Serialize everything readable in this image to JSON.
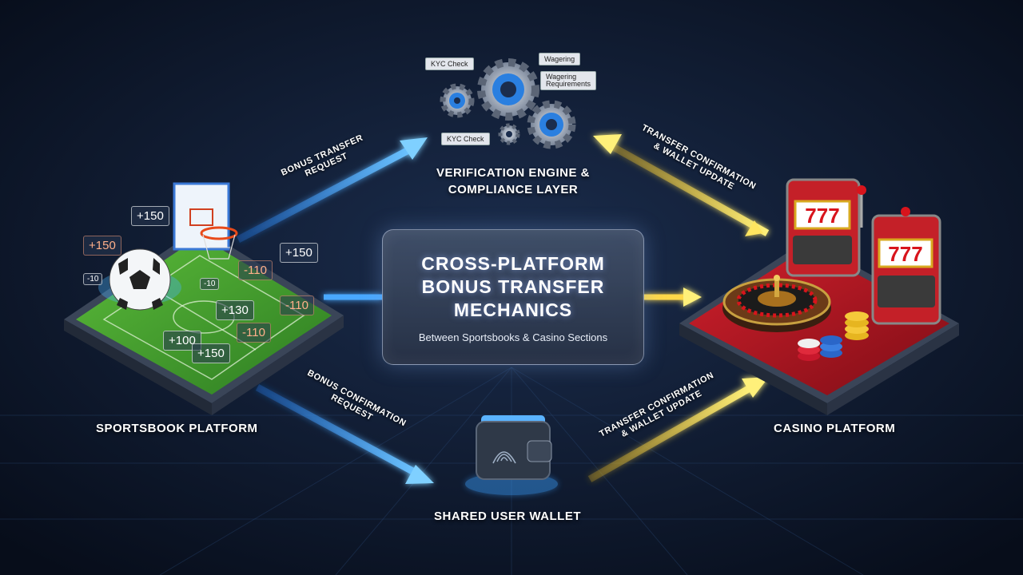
{
  "title": {
    "line1": "CROSS-PLATFORM",
    "line2": "BONUS TRANSFER",
    "line3": "MECHANICS",
    "subtitle": "Between Sportsbooks & Casino Sections"
  },
  "nodes": {
    "sportsbook": "SPORTSBOOK PLATFORM",
    "casino": "CASINO PLATFORM",
    "engine_line1": "VERIFICATION ENGINE &",
    "engine_line2": "COMPLIANCE LAYER",
    "wallet": "SHARED USER WALLET"
  },
  "flows": {
    "bonus_transfer_1": "BONUS TRANSFER",
    "bonus_transfer_2": "REQUEST",
    "confirm_top_1": "TRANSFER CONFIRMATION",
    "confirm_top_2": "& WALLET UPDATE",
    "bonus_confirm_1": "BONUS CONFIRMATION",
    "bonus_confirm_2": "REQUEST",
    "confirm_bottom_1": "TRANSFER CONFIRMATION",
    "confirm_bottom_2": "& WALLET UPDATE"
  },
  "tags": {
    "kyc_top": "KYC Check",
    "kyc_bottom": "KYC Check",
    "wagering": "Wagering",
    "wagering_req_1": "Wagering",
    "wagering_req_2": "Requirements"
  },
  "odds": [
    "+150",
    "+150",
    "+150",
    "+130",
    "+100",
    "+150",
    "-110",
    "-110",
    "-110",
    "-10",
    "-10"
  ],
  "slot_reels": "777",
  "colors": {
    "background": "#0b1426",
    "blue_flow": "#3aa0ff",
    "yellow_flow": "#ffd84a",
    "field": "#3f9a2e",
    "casino_table": "#a81420"
  }
}
